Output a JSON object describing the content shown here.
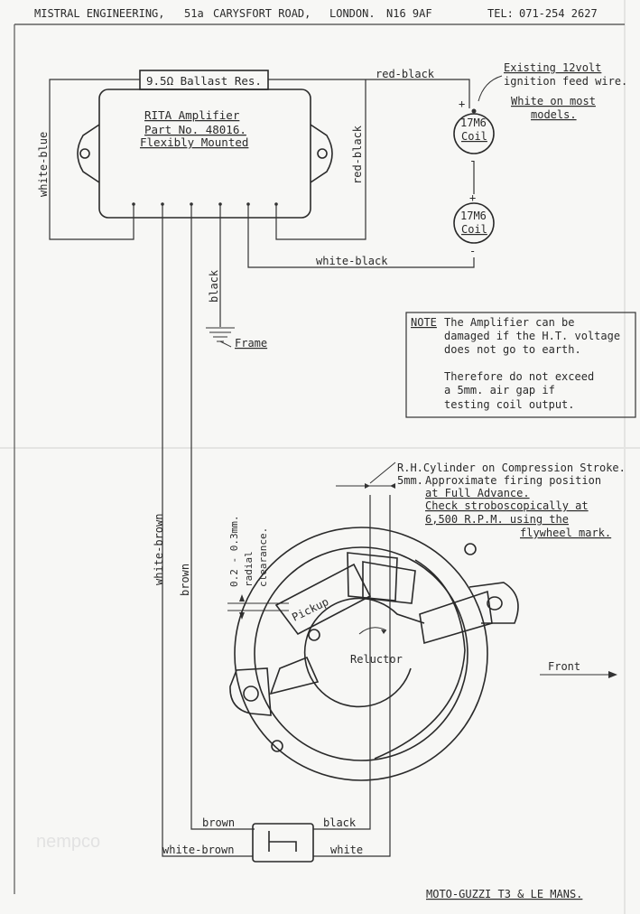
{
  "header": {
    "company": "MISTRAL ENGINEERING,",
    "address_number": "51a",
    "address_street": "CARYSFORT ROAD,",
    "address_city": "LONDON.",
    "address_postcode": "N16 9AF",
    "telephone_label": "TEL:",
    "telephone_number": "071-254 2627"
  },
  "ballast": {
    "label": "9.5Ω Ballast Res."
  },
  "amplifier": {
    "line1": "RITA Amplifier",
    "line2": "Part No. 48016.",
    "line3": "Flexibly Mounted"
  },
  "wires": {
    "white_blue": "white-blue",
    "red_black_top": "red-black",
    "red_black_side": "red-black",
    "white_black": "white-black",
    "black_frame": "black",
    "frame": "Frame",
    "white_brown_vertical": "white-brown",
    "brown_vertical": "brown",
    "brown_bottom": "brown",
    "black_bottom": "black",
    "white_brown_bottom": "white-brown",
    "white_bottom": "white"
  },
  "coils": {
    "upper": {
      "name": "17M6",
      "label": "Coil",
      "plus": "+",
      "minus": "-"
    },
    "lower": {
      "name": "17M6",
      "label": "Coil",
      "plus": "+",
      "minus": "-"
    }
  },
  "feed_note": {
    "line1": "Existing 12volt",
    "line2": "ignition feed wire.",
    "line3": "White on most",
    "line4": "models."
  },
  "warning": {
    "note_label": "NOTE",
    "line1": "The Amplifier can be",
    "line2": "damaged if the H.T. voltage",
    "line3": "does not go to earth.",
    "line4": "Therefore do not exceed",
    "line5": "a 5mm. air gap if",
    "line6": "testing coil output."
  },
  "timing_note": {
    "line1": "R.H.Cylinder on Compression Stroke.",
    "line2": "5mm.",
    "line3": "Approximate firing position",
    "line4": "at Full Advance.",
    "line5": "Check stroboscopically at",
    "line6": "6,500 R.P.M. using the",
    "line7": "flywheel mark."
  },
  "clearance": {
    "line1": "0.2 - 0.3mm.",
    "line2": "radial",
    "line3": "clearance."
  },
  "pickup_label": "Pickup",
  "reluctor_label": "Reluctor",
  "front_label": "Front",
  "footer": {
    "model": "MOTO-GUZZI T3 & LE MANS."
  },
  "watermark": "nempco",
  "colors": {
    "paper": "#f7f7f5",
    "ink": "#2a2a2a"
  }
}
